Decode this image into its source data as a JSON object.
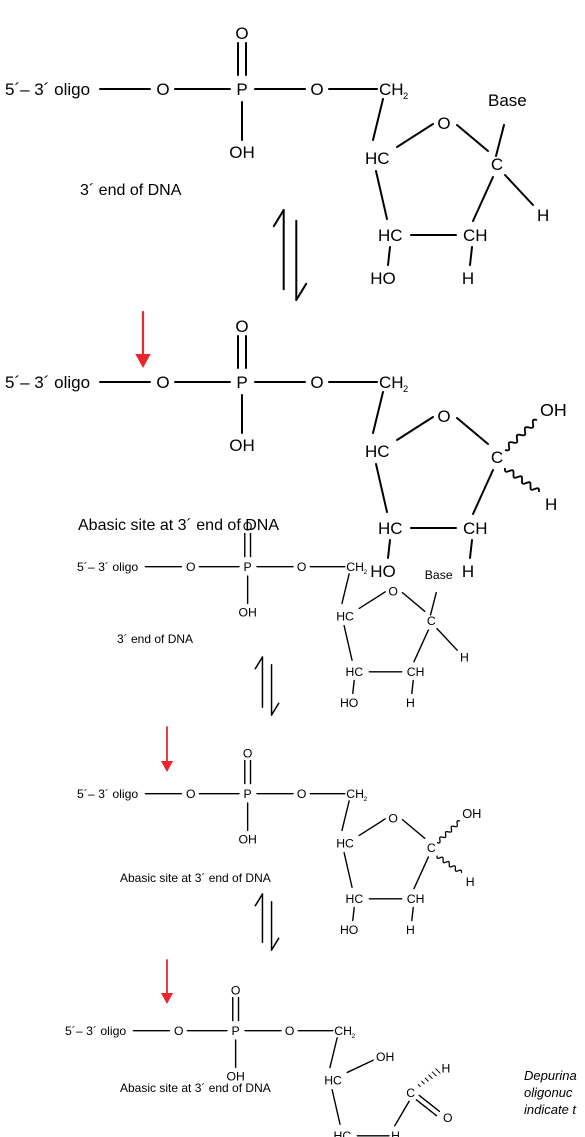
{
  "atoms": {
    "oligo": "5´– 3´ oligo",
    "O": "O",
    "P": "P",
    "OH": "OH",
    "CH2": "CH",
    "sub2": "2",
    "HC": "HC",
    "CH": "CH",
    "C": "C",
    "H": "H",
    "HO": "HO",
    "Base": "Base"
  },
  "captions": {
    "end": "3´ end of DNA",
    "abasic": "Abasic site at 3´ end of DNA"
  },
  "note": {
    "line1": "Depurina",
    "line2": "oligonuc",
    "line3": "indicate t"
  },
  "colors": {
    "arrow": "#e8262c",
    "ink": "#000000"
  }
}
